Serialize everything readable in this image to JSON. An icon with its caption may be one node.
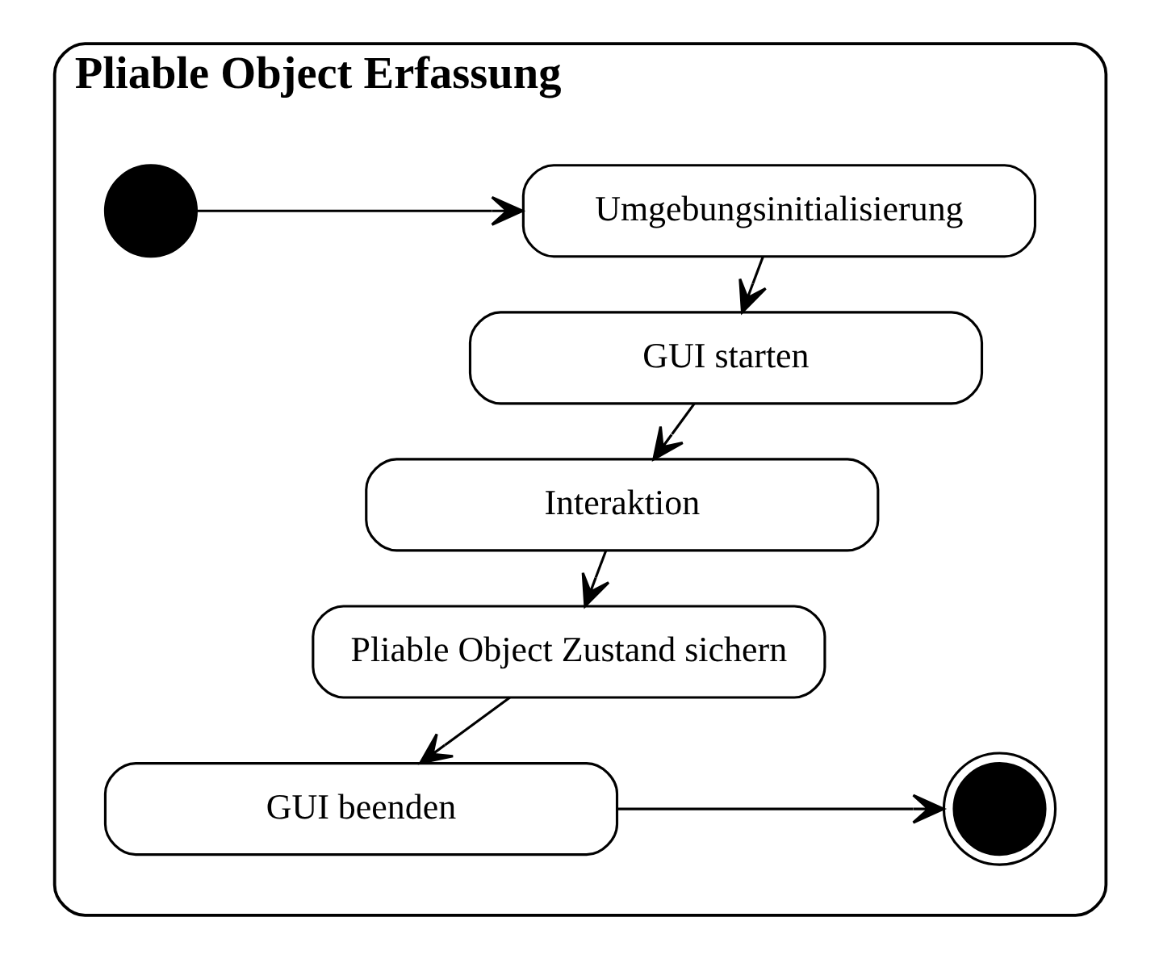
{
  "diagram": {
    "nodes": [
      {
        "text": [
          "Pliable Object Erfassung"
        ]
      },
      {
        "text": [],
        "shape": "circle",
        "in": 0
      },
      {
        "text": [
          "Umgebungsinitialisierung"
        ],
        "in": 0
      },
      {
        "text": [
          "GUI starten"
        ],
        "in": 0
      },
      {
        "text": [
          "Interaktion"
        ],
        "in": 0
      },
      {
        "text": [
          "Pliable Object Zustand sichern"
        ],
        "in": 0
      },
      {
        "text": [
          "GUI beenden"
        ],
        "in": 0
      },
      {
        "text": [],
        "shape": "bullseye",
        "in": 0
      }
    ],
    "edges": [
      {
        "from": 1,
        "to": 2,
        "arrow": "to"
      },
      {
        "from": 2,
        "to": 3,
        "arrow": "to"
      },
      {
        "from": 3,
        "to": 4,
        "arrow": "to"
      },
      {
        "from": 4,
        "to": 5,
        "arrow": "to"
      },
      {
        "from": 5,
        "to": 6,
        "arrow": "to"
      },
      {
        "from": 6,
        "to": 7,
        "arrow": "to"
      }
    ]
  }
}
